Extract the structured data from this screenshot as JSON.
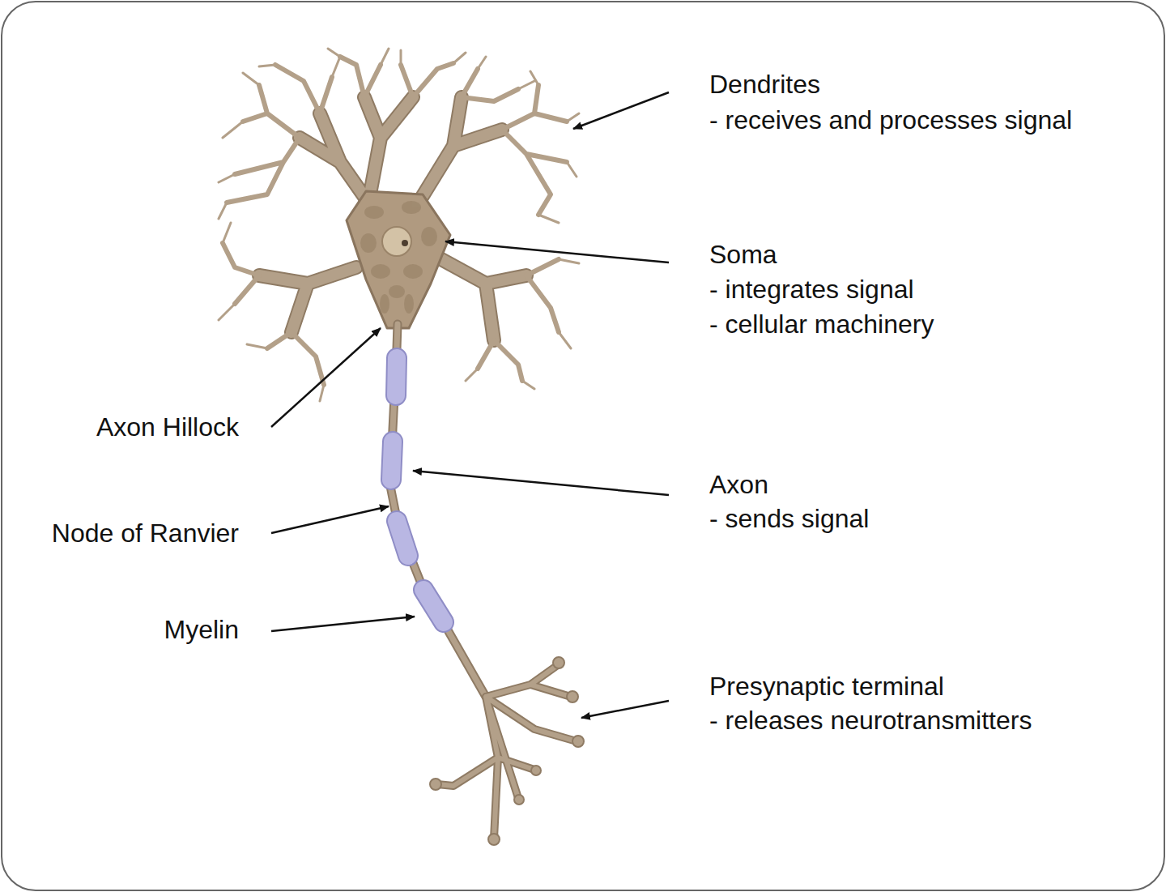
{
  "diagram": {
    "labels": [
      "Dendrites",
      "- receives and processes signal",
      "Soma",
      "- integrates signal",
      "- cellular machinery",
      "Axon Hillock",
      "Axon",
      "- sends signal",
      "Node of Ranvier",
      "Myelin",
      "Presynaptic terminal",
      "- releases neurotransmitters"
    ]
  }
}
